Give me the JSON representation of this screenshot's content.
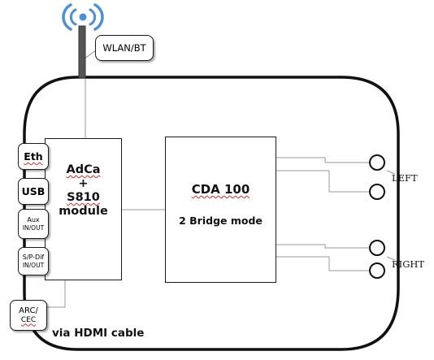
{
  "antenna": {
    "label": "WLAN/BT",
    "signal_color": "#4a90d9"
  },
  "ports": {
    "eth": "Eth",
    "usb": "USB",
    "aux": {
      "line1": "Aux",
      "line2": "IN/OUT"
    },
    "spdif": {
      "line1": "S/P-Dif",
      "line2": "IN/OUT"
    },
    "arc": {
      "line1": "ARC/",
      "line2": "CEC"
    }
  },
  "module": {
    "line1": "AdCa",
    "line2": "+",
    "line3": "S810",
    "line4": "module"
  },
  "amp": {
    "title": "CDA 100",
    "subtitle": "2 Bridge mode"
  },
  "outputs": {
    "left": "LEFT",
    "right": "RIGHT"
  },
  "hdmi_note": "via HDMI cable"
}
